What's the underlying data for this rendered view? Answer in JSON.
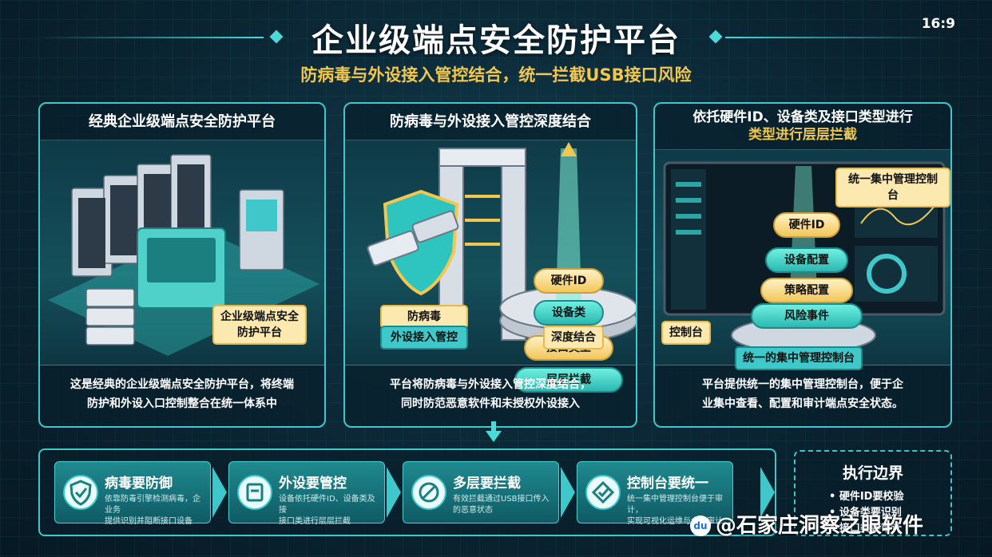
{
  "header": {
    "title": "企业级端点安全防护平台",
    "subtitle": "防病毒与外设接入管控结合，统一拦截USB接口风险",
    "aspect": "16:9"
  },
  "panels": [
    {
      "title": "经典企业级端点安全防护平台",
      "tag": "企业级端点安全\n防护平台",
      "description": "这是经典的企业级端点安全防护平台，将终端\n防护和外设入口控制整合在统一体系中"
    },
    {
      "title": "防病毒与外设接入管控深度结合",
      "tag_antivirus": "防病毒",
      "tag_peripheral": "外设接入管控",
      "tag_deep": "深度结合",
      "layers": [
        "硬件ID",
        "设备类",
        "接口类型",
        "层层拦截"
      ],
      "description": "平台将防病毒与外设接入管控深度结合，\n同时防范恶意软件和未授权外设接入"
    },
    {
      "title_line1": "依托硬件ID、设备类及接口类型进行",
      "title_line2": "类型进行层层拦截",
      "console_tag": "统一集中管理控制台",
      "control_tag": "控制台",
      "layers": [
        "硬件ID",
        "设备配置",
        "策略配置",
        "风险事件"
      ],
      "base_label": "统一的集中管理控制台",
      "description": "平台提供统一的集中管理控制台，便于企\n业集中查看、配置和审计端点安全状态。"
    }
  ],
  "cards": [
    {
      "title": "病毒要防御",
      "desc": "依靠防毒引擎检测病毒，企业务\n提供识别并阻断接口设备",
      "icon": "shield-check-icon"
    },
    {
      "title": "外设要管控",
      "desc": "设备依托硬件ID、设备类及接\n接口类进行层层拦截",
      "icon": "device-icon"
    },
    {
      "title": "多层要拦截",
      "desc": "有效拦截通过USB接口传入\n的恶意状态",
      "icon": "block-icon"
    },
    {
      "title": "控制台要统一",
      "desc": "统一集中管理控制台便于审计，\n实现可视化运维与合规审计",
      "icon": "console-icon"
    }
  ],
  "exec": {
    "title": "执行边界",
    "items": [
      "• 硬件ID要校验",
      "• 设备类要识别",
      "• 接口类要审计"
    ]
  },
  "watermark": "@石家庄洞察之眼软件",
  "watermark_logo": "du",
  "colors": {
    "accent": "#4cd9d7",
    "gold": "#f3c74e",
    "background": "#0b2533"
  }
}
